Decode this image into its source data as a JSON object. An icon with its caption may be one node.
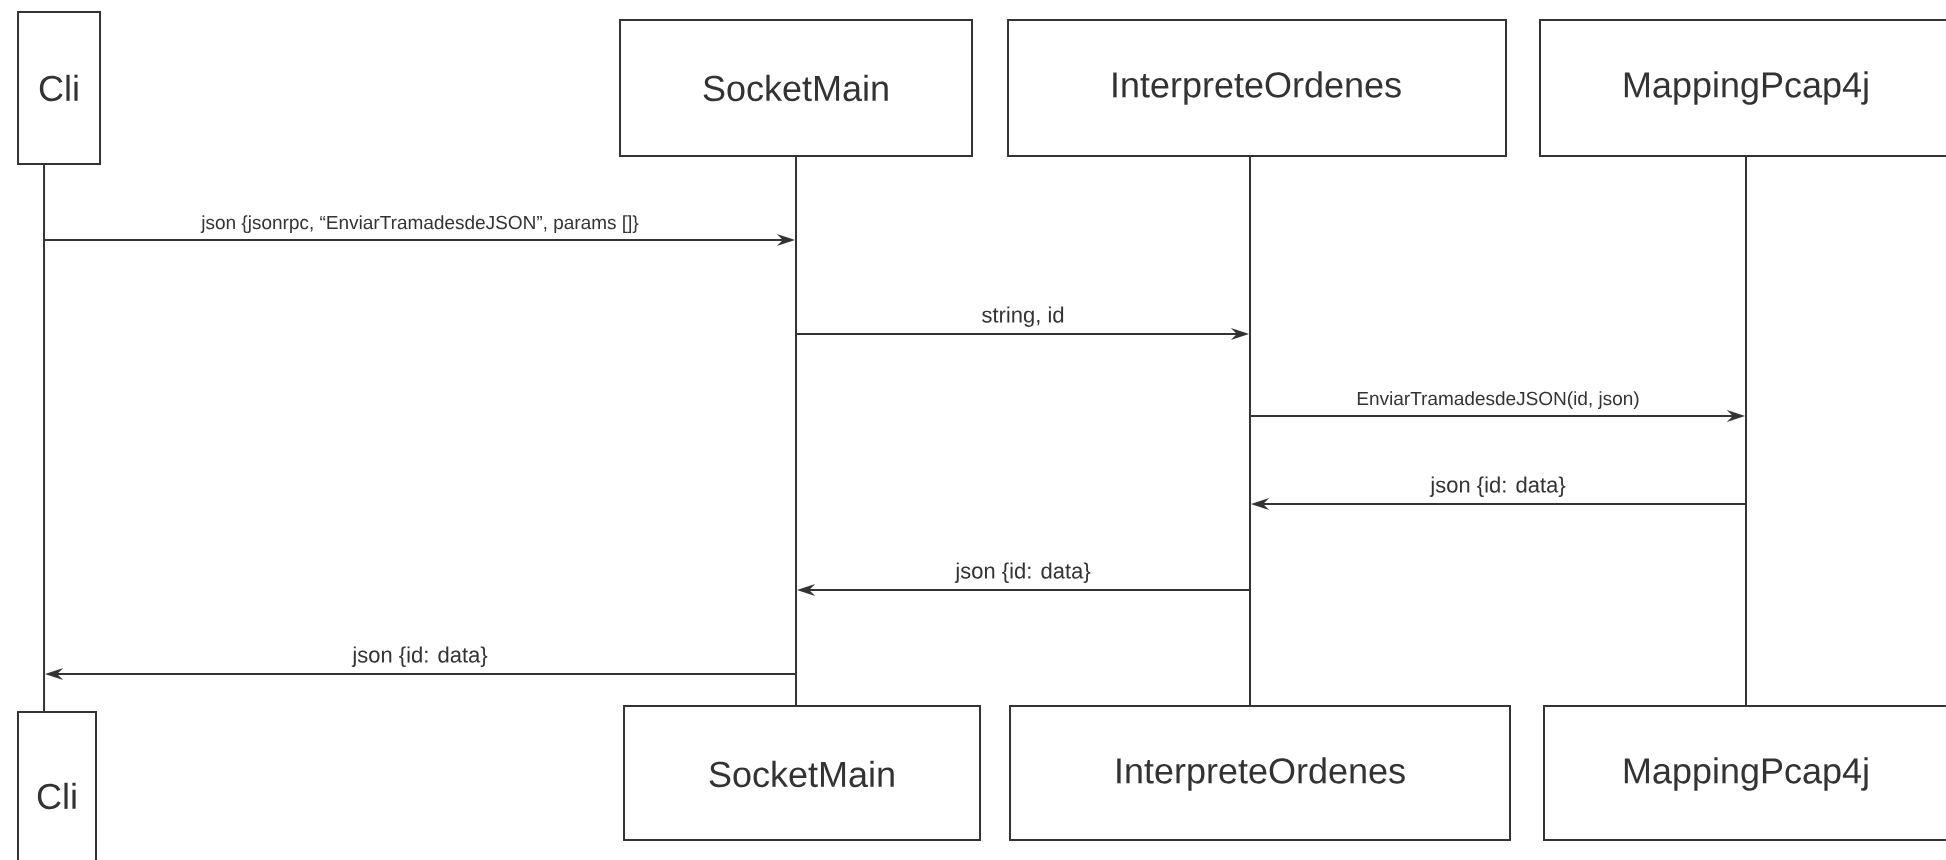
{
  "diagram": {
    "nodes": [
      {
        "text": [
          "Cli"
        ]
      },
      {
        "text": [
          "SocketMain"
        ]
      },
      {
        "text": [
          "InterpreteOrdenes"
        ]
      },
      {
        "text": [
          "MappingPcap4j"
        ]
      },
      {
        "text": [],
        "shape": "bar"
      },
      {
        "text": [],
        "shape": "bar"
      },
      {
        "text": [],
        "shape": "bar"
      },
      {
        "text": [],
        "shape": "bar"
      },
      {
        "text": [
          "Cli"
        ]
      },
      {
        "text": [
          "SocketMain"
        ]
      },
      {
        "text": [
          "InterpreteOrdenes"
        ]
      },
      {
        "text": [
          "MappingPcap4j"
        ]
      }
    ],
    "edges": [
      {
        "from": 4,
        "to": 5,
        "arrow": "to",
        "label": "json {jsonrpc, “EnviarTramadesdeJSON”, params []}"
      },
      {
        "from": 5,
        "to": 6,
        "arrow": "to",
        "label": "string, id"
      },
      {
        "from": 6,
        "to": 7,
        "arrow": "to",
        "label": "EnviarTramadesdeJSON(id, json)"
      },
      {
        "from": 7,
        "to": 6,
        "arrow": "to",
        "label": "json {id: data}"
      },
      {
        "from": 6,
        "to": 5,
        "arrow": "to",
        "label": "json {id: data}"
      },
      {
        "from": 5,
        "to": 4,
        "arrow": "to",
        "label": "json {id: data}"
      }
    ]
  }
}
